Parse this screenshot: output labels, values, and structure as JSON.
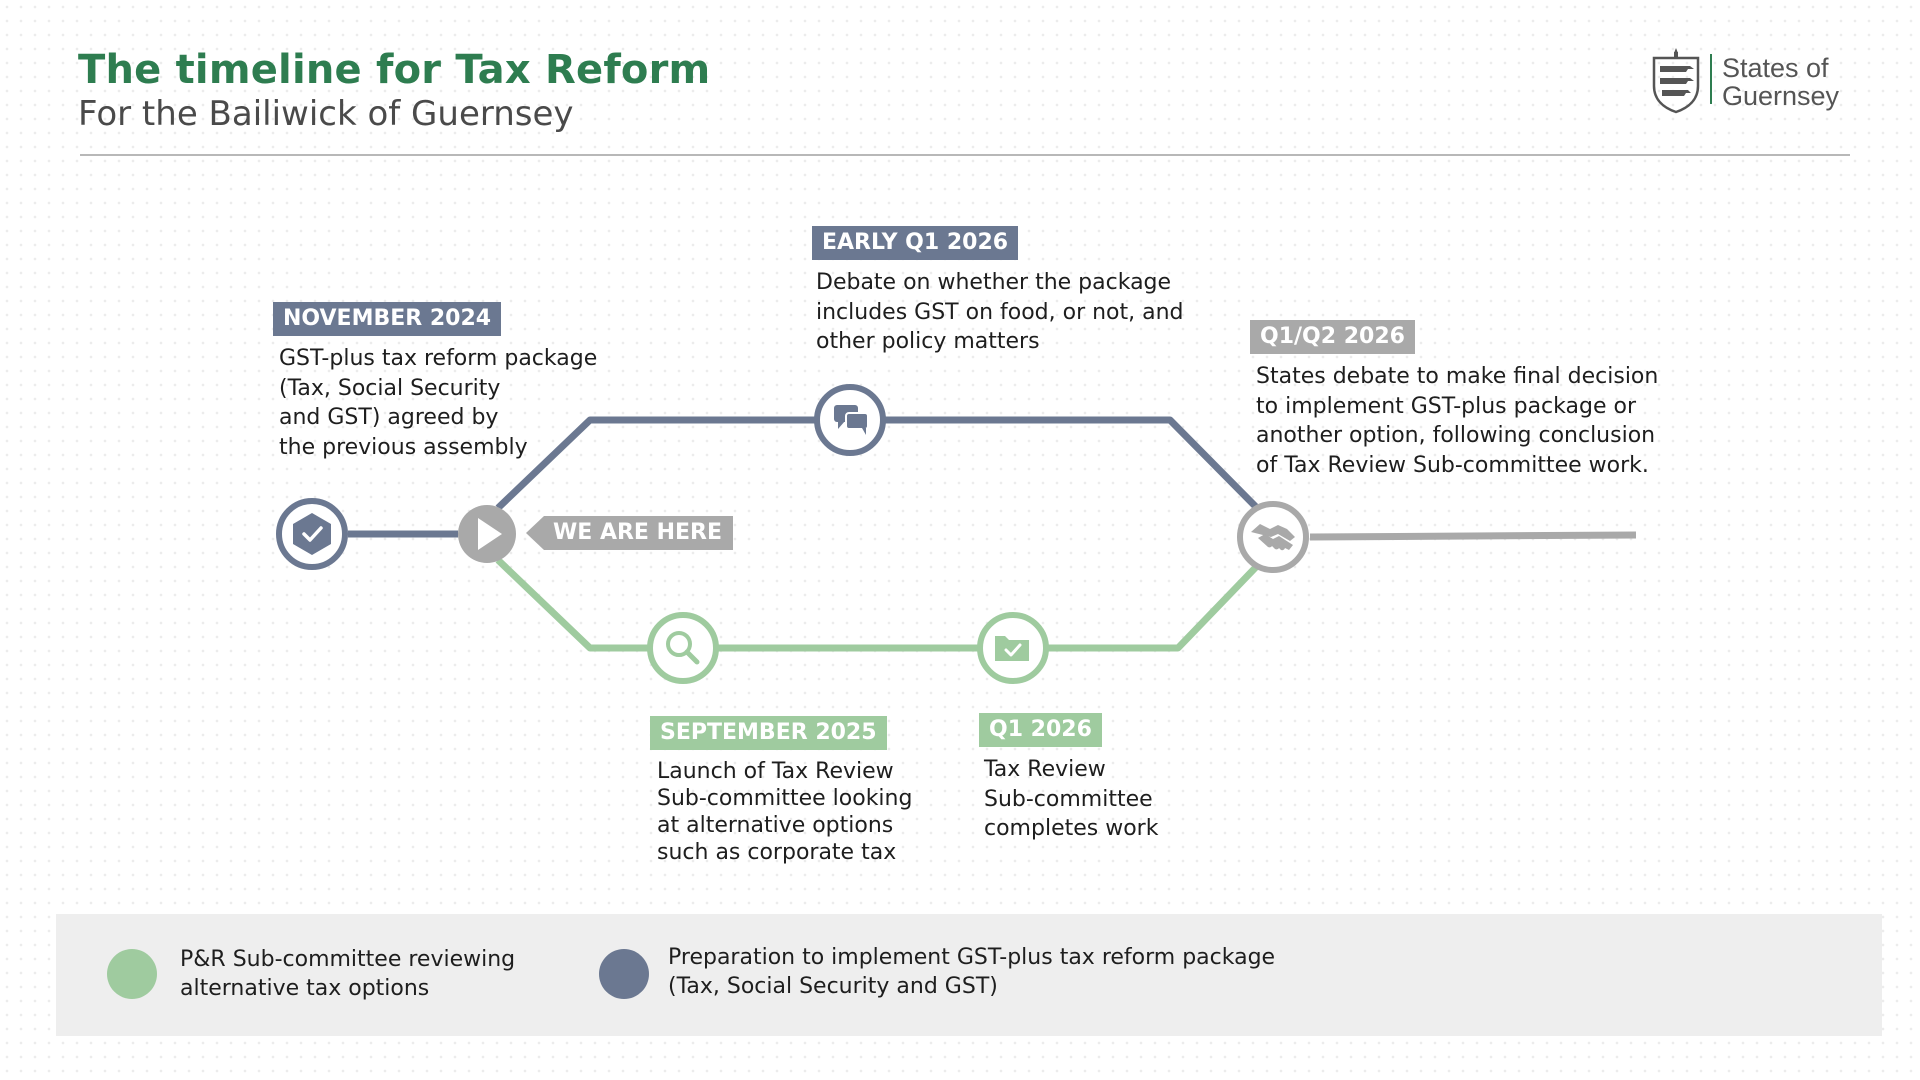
{
  "header": {
    "title": "The timeline for Tax Reform",
    "subtitle": "For the Bailiwick of Guernsey"
  },
  "logo": {
    "line1": "States of",
    "line2": "Guernsey"
  },
  "colors": {
    "title_green": "#2e7d50",
    "track_blue": "#6b7891",
    "track_green": "#9fcb9f",
    "track_grey": "#a9a9a9",
    "legend_bg": "#eeeeee"
  },
  "timeline": {
    "current_marker": "WE ARE HERE",
    "milestones": [
      {
        "id": "november-2024",
        "date": "NOVEMBER 2024",
        "track": "blue",
        "icon": "shield-check-icon",
        "lines": [
          "GST-plus tax reform package",
          "(Tax, Social Security",
          "and GST) agreed by",
          "the previous assembly"
        ]
      },
      {
        "id": "early-q1-2026",
        "date": "EARLY Q1 2026",
        "track": "blue",
        "icon": "speech-bubbles-icon",
        "lines": [
          "Debate on whether the package",
          "includes GST on food, or not, and",
          "other policy matters"
        ]
      },
      {
        "id": "september-2025",
        "date": "SEPTEMBER 2025",
        "track": "green",
        "icon": "magnifier-icon",
        "lines": [
          "Launch of Tax Review",
          "Sub-committee looking",
          "at alternative options",
          "such as corporate tax"
        ]
      },
      {
        "id": "q1-2026",
        "date": "Q1 2026",
        "track": "green",
        "icon": "folder-check-icon",
        "lines": [
          "Tax Review",
          "Sub-committee",
          "completes work"
        ]
      },
      {
        "id": "q1-q2-2026",
        "date": "Q1/Q2 2026",
        "track": "grey",
        "icon": "handshake-icon",
        "lines": [
          "States debate to make final decision",
          "to implement GST-plus package or",
          "another option, following conclusion",
          "of Tax Review Sub-committee work."
        ]
      }
    ]
  },
  "legend": {
    "items": [
      {
        "color": "#9fcb9f",
        "lines": [
          "P&R Sub-committee reviewing",
          "alternative tax options"
        ]
      },
      {
        "color": "#6b7891",
        "lines": [
          "Preparation to implement GST-plus tax reform package",
          "(Tax, Social Security and GST)"
        ]
      }
    ]
  }
}
